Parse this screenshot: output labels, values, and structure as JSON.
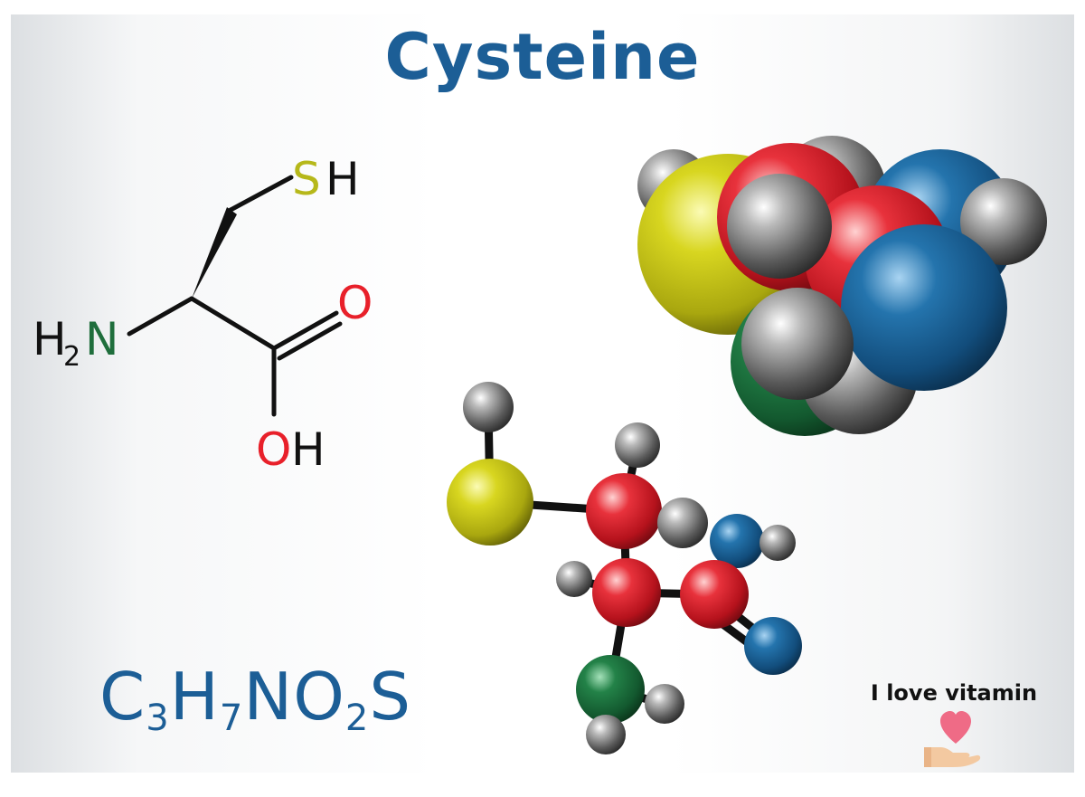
{
  "title": "Cysteine",
  "structure_labels": {
    "thiol_s": "S",
    "thiol_h": "H",
    "amine_h": "H",
    "amine_sub": "2",
    "amine_n": "N",
    "carbonyl_o": "O",
    "hydroxyl_o": "O",
    "hydroxyl_h": "H"
  },
  "formula": {
    "c": "C",
    "c_n": "3",
    "h": "H",
    "h_n": "7",
    "n": "N",
    "o": "O",
    "o_n": "2",
    "s": "S"
  },
  "brand": {
    "text": "I love vitamin"
  },
  "colors": {
    "title": "#1c5e96",
    "sulfur": "#b6b81a",
    "nitrogen": "#1f6e3c",
    "oxygen": "#e8202a",
    "carbon_atom": "#d9252f",
    "hydrogen_atom": "#555555",
    "oxygen_atom": "#14558a",
    "nitrogen_atom": "#1a6a3a",
    "sulfur_atom": "#c9c71c"
  },
  "icons": [
    "heart-hand-icon"
  ]
}
